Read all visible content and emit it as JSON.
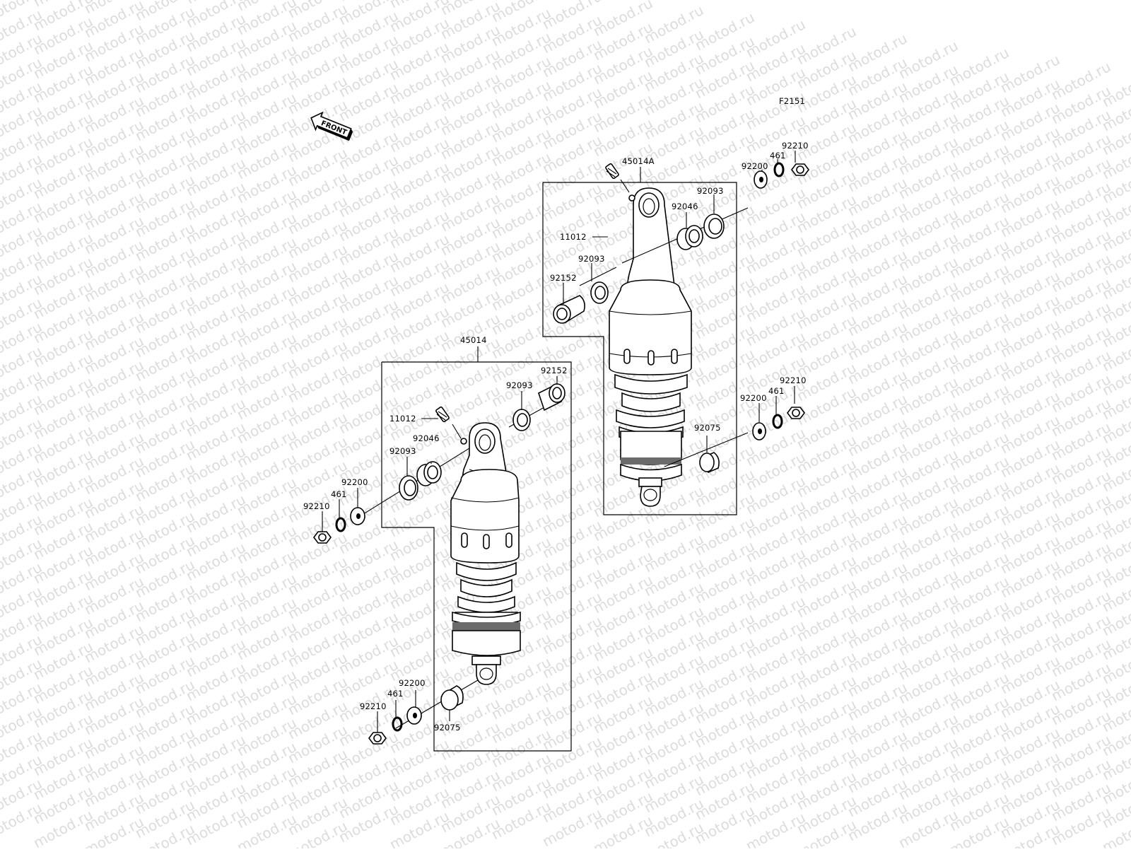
{
  "diagram": {
    "code": "F2151",
    "front_label": "FRONT",
    "watermark": "motod.ru",
    "assemblies": [
      {
        "id": "45014",
        "label": "45014"
      },
      {
        "id": "45014A",
        "label": "45014A"
      }
    ],
    "labels": {
      "upper": {
        "p11012": "11012",
        "p92093a": "92093",
        "p92152": "92152",
        "p92093b": "92093",
        "p92046": "92046",
        "p92200a": "92200",
        "p461a": "461",
        "p92210a": "92210",
        "p92200b": "92200",
        "p461b": "461",
        "p92210b": "92210",
        "p92075": "92075"
      },
      "lower": {
        "p92152": "92152",
        "p92093a": "92093",
        "p11012": "11012",
        "p92046": "92046",
        "p92093b": "92093",
        "p92200a": "92200",
        "p461a": "461",
        "p92210a": "92210",
        "p92200b": "92200",
        "p461b": "461",
        "p92210b": "92210",
        "p92075": "92075"
      }
    }
  }
}
